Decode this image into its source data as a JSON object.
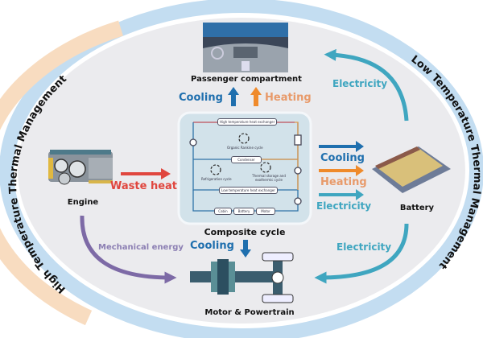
{
  "outer_ring": {
    "left_label": "High Temperature Thermal Management",
    "right_label": "Low Temperature Thermal Management"
  },
  "nodes": {
    "passenger": "Passenger compartment",
    "engine": "Engine",
    "battery": "Battery",
    "motor": "Motor & Powertrain",
    "composite": "Composite cycle"
  },
  "flows": {
    "passenger_cooling": "Cooling",
    "passenger_heating": "Heating",
    "waste_heat": "Waste heat",
    "battery_cooling": "Cooling",
    "battery_heating": "Heating",
    "battery_electricity": "Electricity",
    "motor_cooling": "Cooling",
    "mechanical_energy": "Mechanical energy",
    "electricity_top": "Electricity",
    "electricity_bottom": "Electricity"
  },
  "composite_cycle": {
    "high_temp_hx": "High temperature heat exchanger",
    "orc": "Organic Rankine cycle",
    "condenser": "Condenser",
    "refrigeration": "Refrigeration cycle",
    "thermal_storage": "Thermal storage and exothermic cycle",
    "low_temp_hx": "Low temperature heat exchanger",
    "loads": [
      "Cabin",
      "Battery",
      "Motor"
    ]
  },
  "colors": {
    "cooling": "#1f6fae",
    "heating": "#ef8a2b",
    "heating_text": "#e89a6a",
    "electricity": "#3fa6c0",
    "waste_heat": "#e0463e",
    "mechanical": "#7d6aa6",
    "ring_blue": "#bcd9f0",
    "ring_peach": "#f8dcc0",
    "ellipse_fill": "#ebebee",
    "composite_fill": "#d2e2ea"
  }
}
